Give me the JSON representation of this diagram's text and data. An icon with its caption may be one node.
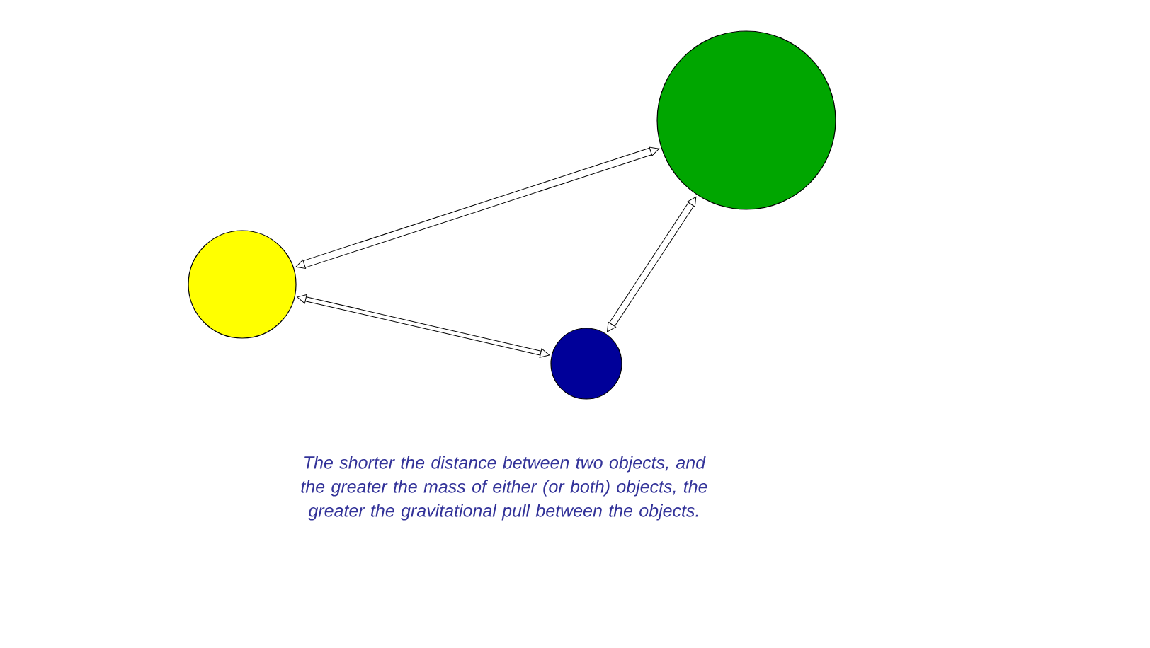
{
  "diagram": {
    "caption": "The shorter the distance between two objects, and the greater the mass of either (or both) objects, the greater the gravitational pull between the objects.",
    "nodes": [
      {
        "text": [],
        "shape": "circle"
      },
      {
        "text": [],
        "shape": "circle"
      },
      {
        "text": [],
        "shape": "circle"
      }
    ],
    "edges": [
      {
        "from": 0,
        "to": 1,
        "arrow": "both"
      },
      {
        "from": 0,
        "to": 2,
        "arrow": "both"
      },
      {
        "from": 1,
        "to": 2,
        "arrow": "both"
      }
    ]
  }
}
